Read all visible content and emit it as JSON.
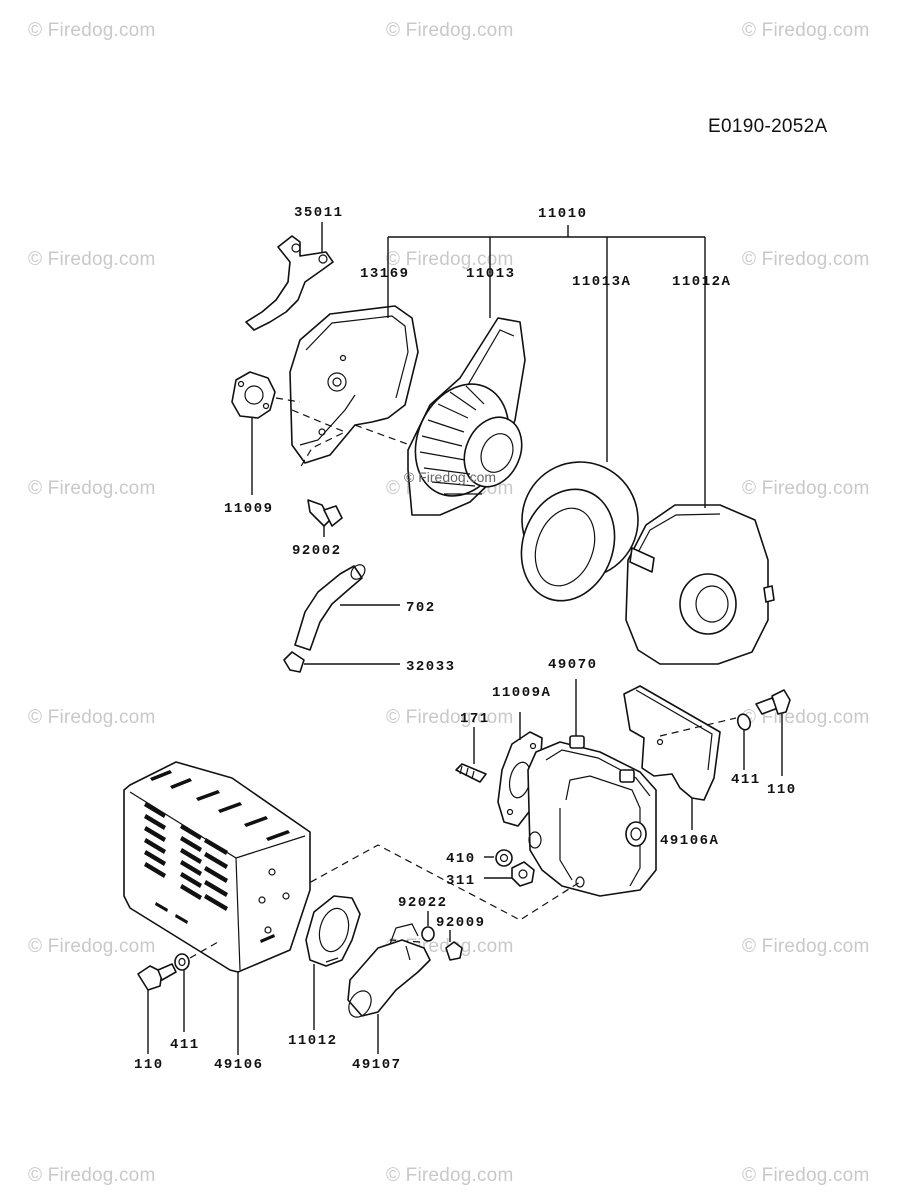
{
  "diagram_code": "E0190-2052A",
  "watermark": "© Firedog.com",
  "part_numbers": {
    "p11010": "11010",
    "p35011": "35011",
    "p13169": "13169",
    "p11013": "11013",
    "p11013a": "11013A",
    "p11012a": "11012A",
    "p11009": "11009",
    "p92002": "92002",
    "p702": "702",
    "p32033": "32033",
    "p49070": "49070",
    "p11009a": "11009A",
    "p171": "171",
    "p110_r": "110",
    "p411_r": "411",
    "p49106a": "49106A",
    "p410": "410",
    "p311": "311",
    "p92022": "92022",
    "p92009": "92009",
    "p110_l": "110",
    "p411_l": "411",
    "p49106": "49106",
    "p11012": "11012",
    "p49107": "49107"
  }
}
